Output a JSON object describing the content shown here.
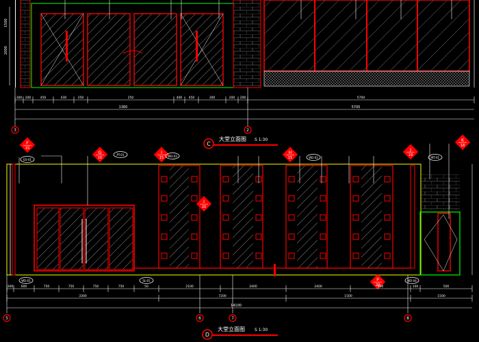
{
  "colors": {
    "background": "#000000",
    "wall": "#ff0000",
    "frame": "#ffff00",
    "line": "#ffffff",
    "green": "#00ff00",
    "hatch": "#8a8a8a",
    "tag_fill": "#ff0000",
    "tag_text": "#ffffff"
  },
  "upper_elevation": {
    "dims_row1": [
      "300",
      "200",
      "450",
      "430",
      "250",
      "250",
      "400",
      "450",
      "300",
      "200",
      "200",
      "5700"
    ],
    "dims_row2": [
      "1360",
      "5700"
    ],
    "height_dims": [
      "1500",
      "2000"
    ],
    "axis_markers": [
      "3",
      "2"
    ]
  },
  "title_c": {
    "letter": "C",
    "text": "大堂立面图",
    "scale": "S 1:30"
  },
  "lower_elevation": {
    "section_tags": [
      {
        "letter": "F",
        "num": "15"
      },
      {
        "letter": "G",
        "num": "16"
      },
      {
        "letter": "I",
        "num": "15"
      },
      {
        "letter": "I",
        "num": "20"
      },
      {
        "letter": "H",
        "num": "15"
      },
      {
        "letter": "J",
        "num": "19"
      },
      {
        "letter": "K",
        "num": "18"
      },
      {
        "letter": "P",
        "num": "20"
      }
    ],
    "material_tags": [
      "GS-01",
      "PT-01",
      "WD-03",
      "WD-02",
      "WD-01",
      "SL-01",
      "WD-04",
      "MT-01"
    ],
    "dims_row1": [
      "300",
      "600",
      "750",
      "750",
      "750",
      "750",
      "50",
      "2100",
      "2400",
      "2400",
      "600",
      "100",
      "500"
    ],
    "dims_row2": [
      "3300",
      "7200",
      "1500",
      "1500"
    ],
    "total": "14100",
    "axis_markers": [
      "5",
      "6",
      "7",
      "8"
    ]
  },
  "title_d": {
    "letter": "D",
    "text": "大堂立面图",
    "scale": "S 1:30"
  }
}
